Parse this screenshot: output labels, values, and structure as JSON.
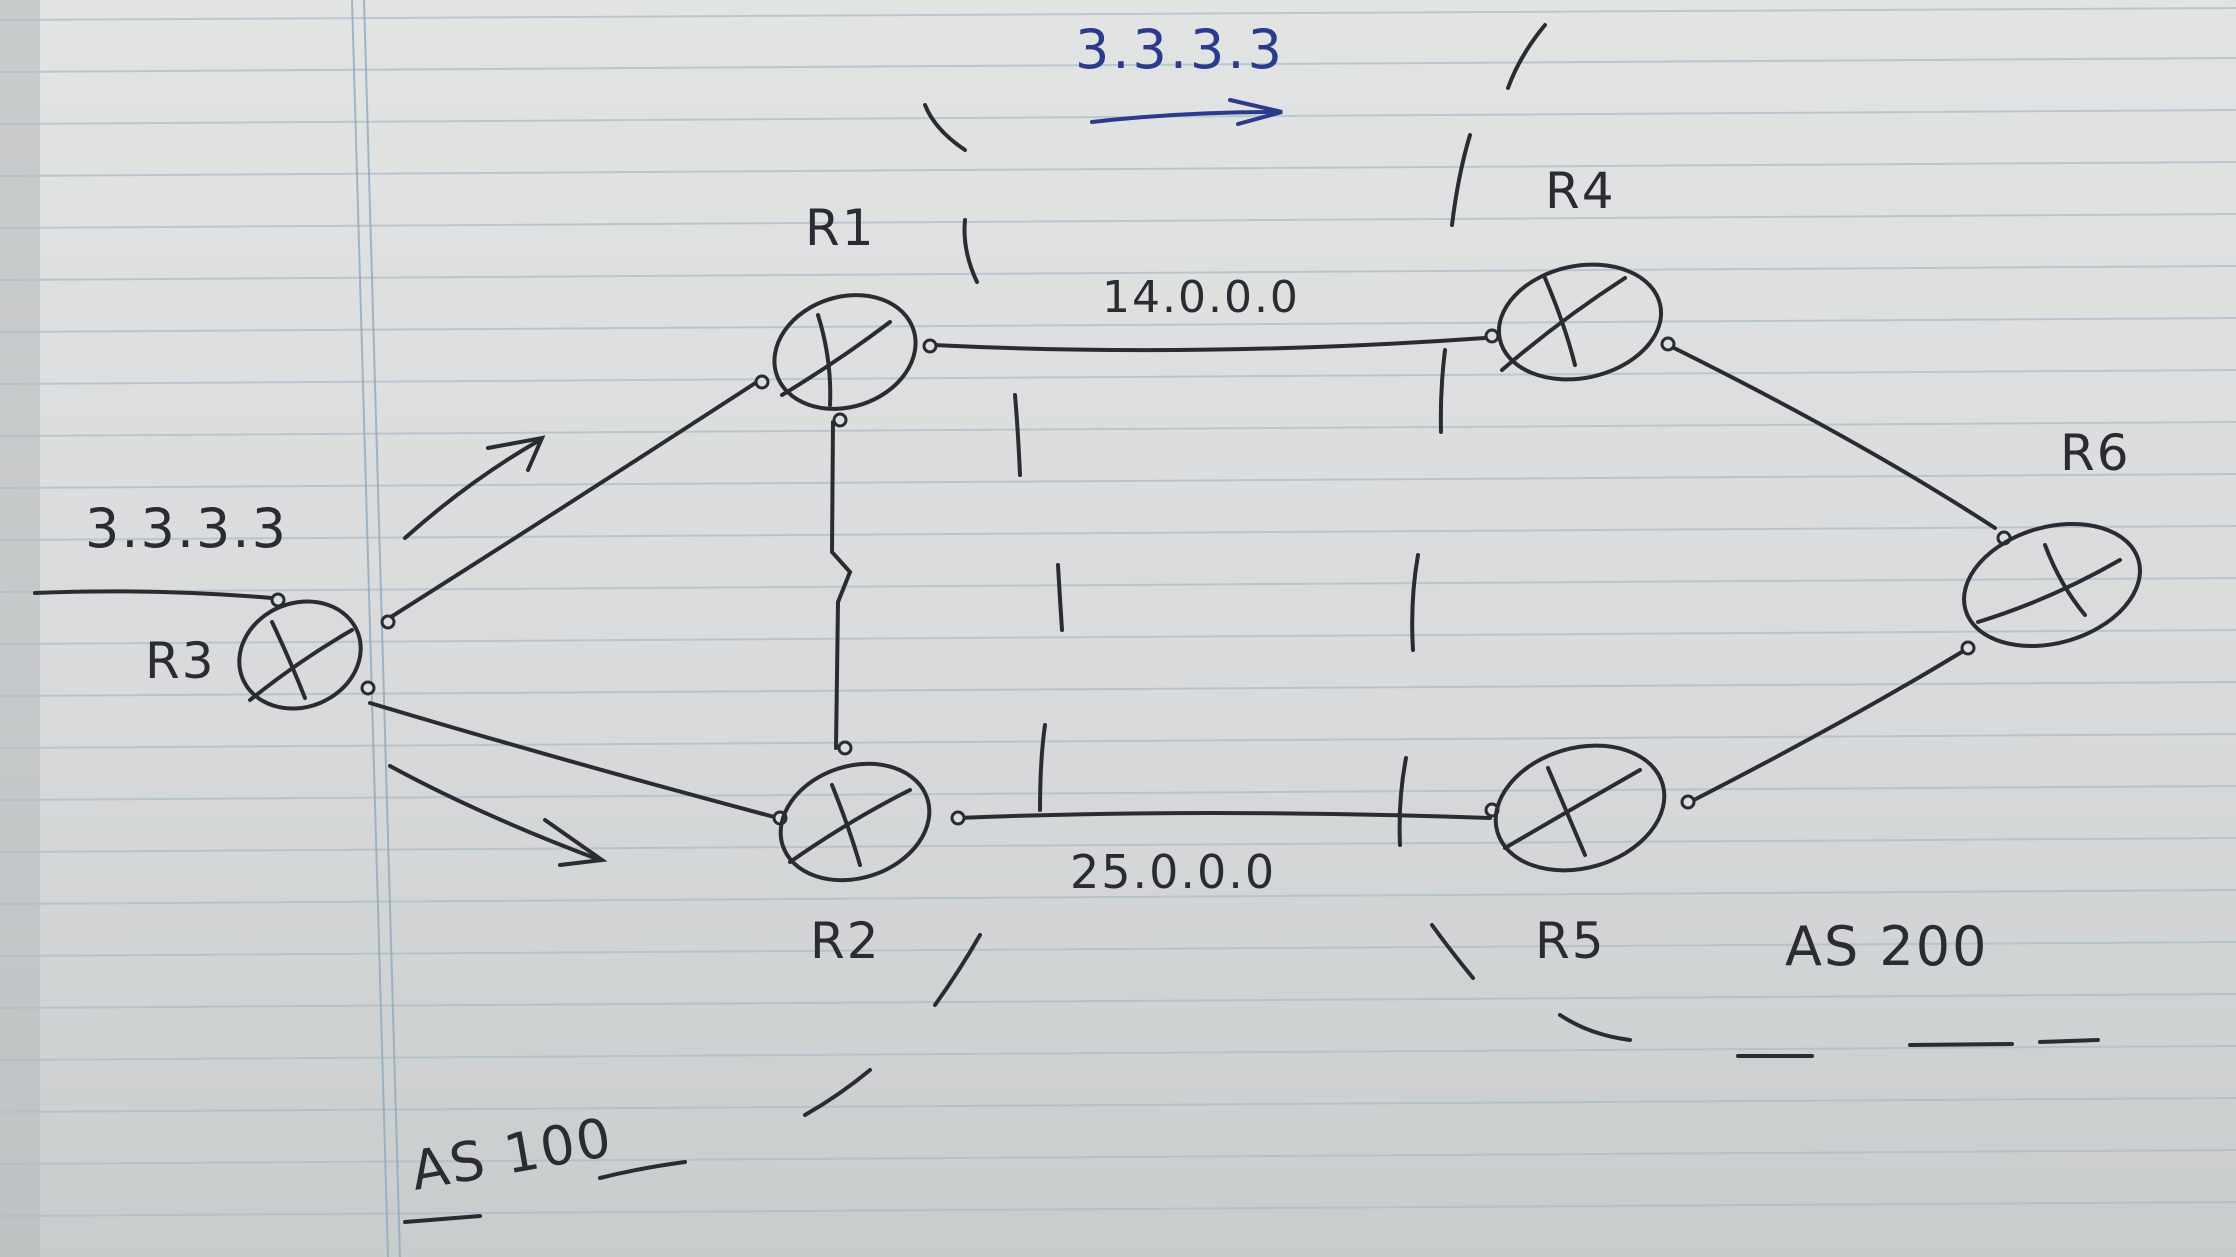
{
  "notes": {
    "prefix_blue": "3.3.3.3",
    "prefix_left": "3.3.3.3",
    "link_r1_r4": "14.0.0.0",
    "link_r2_r5": "25.0.0.0",
    "as_left": "AS 100",
    "as_right": "AS 200"
  },
  "routers": {
    "r1": "R1",
    "r2": "R2",
    "r3": "R3",
    "r4": "R4",
    "r5": "R5",
    "r6": "R6"
  },
  "colors": {
    "paper": "#dcdfe0",
    "ink": "#2b2b33",
    "blue_ink": "#2c3a8c",
    "rule_lines": "#9fb6c8",
    "margin_line": "#8fa9bd"
  }
}
